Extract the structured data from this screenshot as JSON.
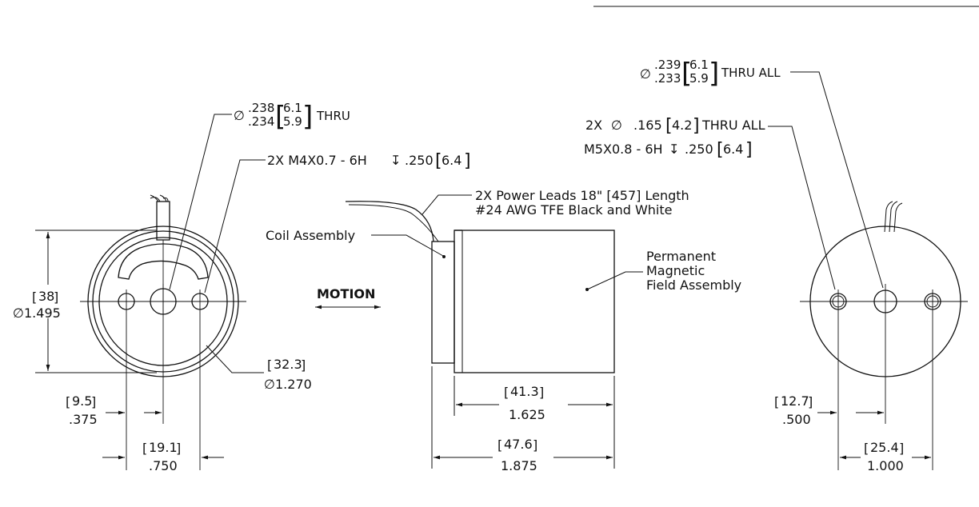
{
  "left_view": {
    "thru_hole": {
      "symbol": "∅",
      "upper": ".238",
      "upper_metric": "6.1",
      "lower": ".234",
      "lower_metric": "5.9",
      "suffix": "THRU"
    },
    "tapped_holes": {
      "prefix": "2X M4X0.7 - 6H",
      "depth_symbol": "↧",
      "depth": ".250",
      "depth_metric": "6.4"
    },
    "outer_diameter": {
      "metric": "38",
      "symbol": "∅",
      "inch": "1.495"
    },
    "inner_diameter": {
      "metric": "32.3",
      "symbol": "∅",
      "inch": "1.270"
    },
    "offset_small": {
      "metric": "9.5",
      "inch": ".375"
    },
    "offset_large": {
      "metric": "19.1",
      "inch": ".750"
    }
  },
  "motion_label": "MOTION",
  "side_view": {
    "power_leads_line1": "2X Power Leads 18\" [457] Length",
    "power_leads_line2": "#24 AWG TFE Black and White",
    "coil_assembly": "Coil Assembly",
    "field_line1": "Permanent",
    "field_line2": "Magnetic",
    "field_line3": "Field Assembly",
    "length_short": {
      "metric": "41.3",
      "inch": "1.625"
    },
    "length_total": {
      "metric": "47.6",
      "inch": "1.875"
    }
  },
  "right_view": {
    "thru_all": {
      "symbol": "∅",
      "upper": ".239",
      "upper_metric": "6.1",
      "lower": ".233",
      "lower_metric": "5.9",
      "suffix": "THRU ALL"
    },
    "counterbore": {
      "prefix": "2X",
      "symbol": "∅",
      "dia": ".165",
      "dia_metric": "4.2",
      "suffix": "THRU ALL"
    },
    "thread": {
      "prefix": "M5X0.8 - 6H",
      "depth_symbol": "↧",
      "depth": ".250",
      "depth_metric": "6.4"
    },
    "offset_small": {
      "metric": "12.7",
      "inch": ".500"
    },
    "offset_large": {
      "metric": "25.4",
      "inch": "1.000"
    }
  }
}
